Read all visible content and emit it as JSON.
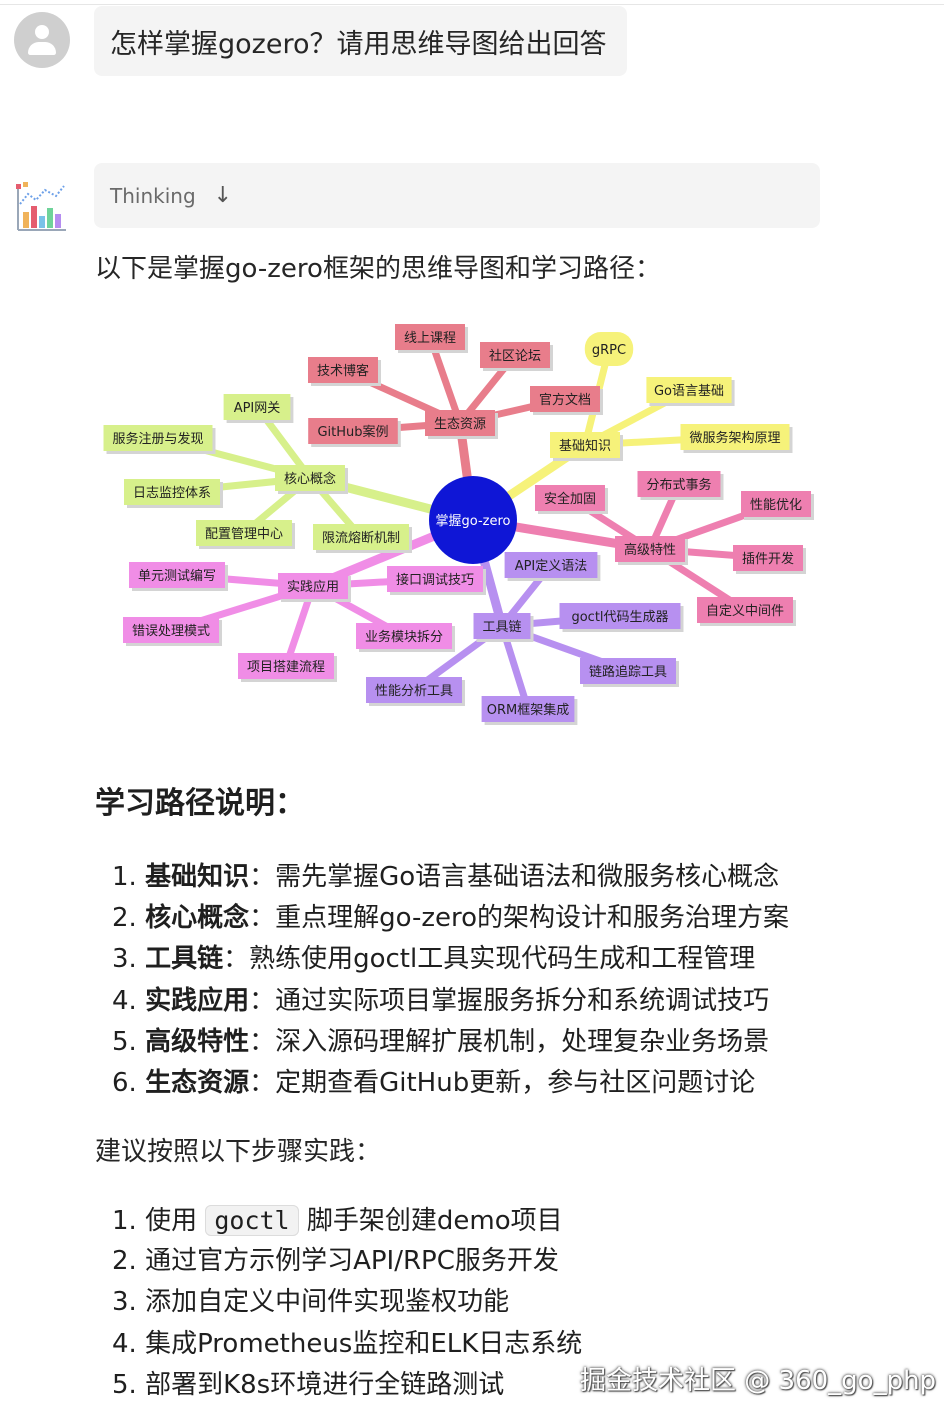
{
  "user": {
    "avatar_icon": "user-avatar-icon",
    "message": "怎样掌握gozero？请用思维导图给出回答"
  },
  "assistant": {
    "avatar_icon": "bar-chart-avatar-icon",
    "thinking_label": "Thinking",
    "thinking_icon": "arrow-down-icon",
    "intro": "以下是掌握go-zero框架的思维导图和学习路径：",
    "mindmap": {
      "center": "掌握go-zero",
      "center_color": "#0f16d6",
      "branches": [
        {
          "label": "生态资源",
          "color": "#e87d8b",
          "children": [
            "线上课程",
            "社区论坛",
            "官方文档",
            "技术博客",
            "GitHub案例"
          ]
        },
        {
          "label": "基础知识",
          "color": "#f6f27a",
          "children": [
            "gRPC",
            "Go语言基础",
            "微服务架构原理"
          ]
        },
        {
          "label": "核心概念",
          "color": "#d7f08b",
          "children": [
            "API网关",
            "服务注册与发现",
            "日志监控体系",
            "配置管理中心",
            "限流熔断机制"
          ]
        },
        {
          "label": "高级特性",
          "color": "#ee7fb0",
          "children": [
            "安全加固",
            "分布式事务",
            "性能优化",
            "插件开发",
            "自定义中间件"
          ]
        },
        {
          "label": "实践应用",
          "color": "#f08de6",
          "children": [
            "单元测试编写",
            "错误处理模式",
            "项目搭建流程",
            "业务模块拆分",
            "接口调试技巧"
          ]
        },
        {
          "label": "工具链",
          "color": "#b790f0",
          "children": [
            "API定义语法",
            "goctl代码生成器",
            "链路追踪工具",
            "ORM框架集成",
            "性能分析工具"
          ]
        }
      ]
    },
    "section_title": "学习路径说明：",
    "path_items": [
      {
        "num": "1.",
        "title": "基础知识",
        "text": "：需先掌握Go语言基础语法和微服务核心概念"
      },
      {
        "num": "2.",
        "title": "核心概念",
        "text": "：重点理解go-zero的架构设计和服务治理方案"
      },
      {
        "num": "3.",
        "title": "工具链",
        "text": "：熟练使用goctl工具实现代码生成和工程管理"
      },
      {
        "num": "4.",
        "title": "实践应用",
        "text": "：通过实际项目掌握服务拆分和系统调试技巧"
      },
      {
        "num": "5.",
        "title": "高级特性",
        "text": "：深入源码理解扩展机制，处理复杂业务场景"
      },
      {
        "num": "6.",
        "title": "生态资源",
        "text": "：定期查看GitHub更新，参与社区问题讨论"
      }
    ],
    "advice": "建议按照以下步骤实践：",
    "steps": [
      {
        "num": "1.",
        "pre": "使用 ",
        "code": "goctl",
        "post": " 脚手架创建demo项目"
      },
      {
        "num": "2.",
        "pre": "通过官方示例学习API/RPC服务开发",
        "code": "",
        "post": ""
      },
      {
        "num": "3.",
        "pre": "添加自定义中间件实现鉴权功能",
        "code": "",
        "post": ""
      },
      {
        "num": "4.",
        "pre": "集成Prometheus监控和ELK日志系统",
        "code": "",
        "post": ""
      },
      {
        "num": "5.",
        "pre": "部署到K8s环境进行全链路测试",
        "code": "",
        "post": ""
      }
    ]
  },
  "watermark": "掘金技术社区 @ 360_go_php"
}
